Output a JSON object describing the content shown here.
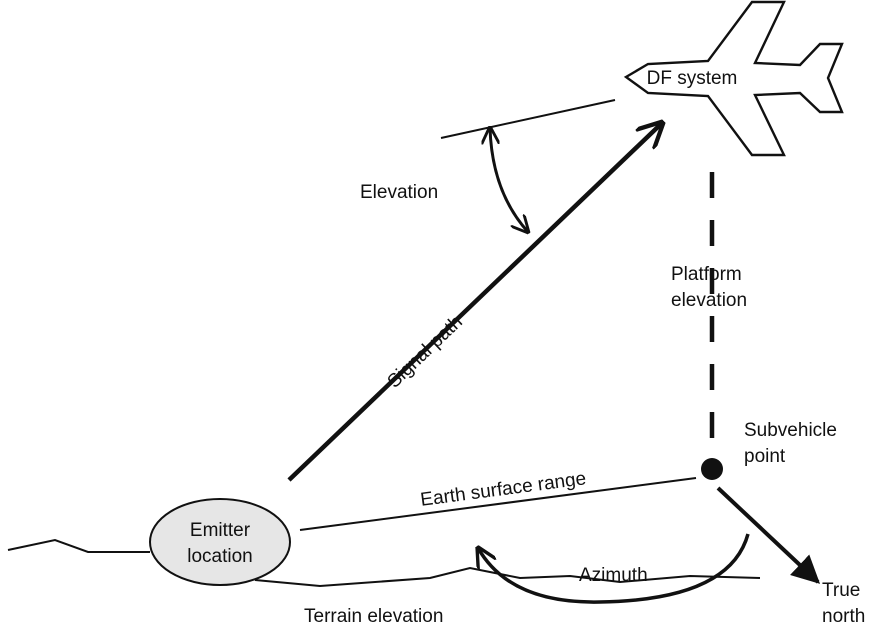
{
  "labels": {
    "df_system": "DF system",
    "elevation": "Elevation",
    "signal_path": "Signal path",
    "platform_elevation_line1": "Platform",
    "platform_elevation_line2": "elevation",
    "subvehicle_line1": "Subvehicle",
    "subvehicle_line2": "point",
    "earth_surface_range": "Earth surface range",
    "emitter_line1": "Emitter",
    "emitter_line2": "location",
    "azimuth": "Azimuth",
    "terrain_elevation": "Terrain elevation",
    "true_north_line1": "True",
    "true_north_line2": "north"
  },
  "colors": {
    "line": "#111111",
    "emitter_fill": "#e6e6e6",
    "background": "#ffffff"
  }
}
